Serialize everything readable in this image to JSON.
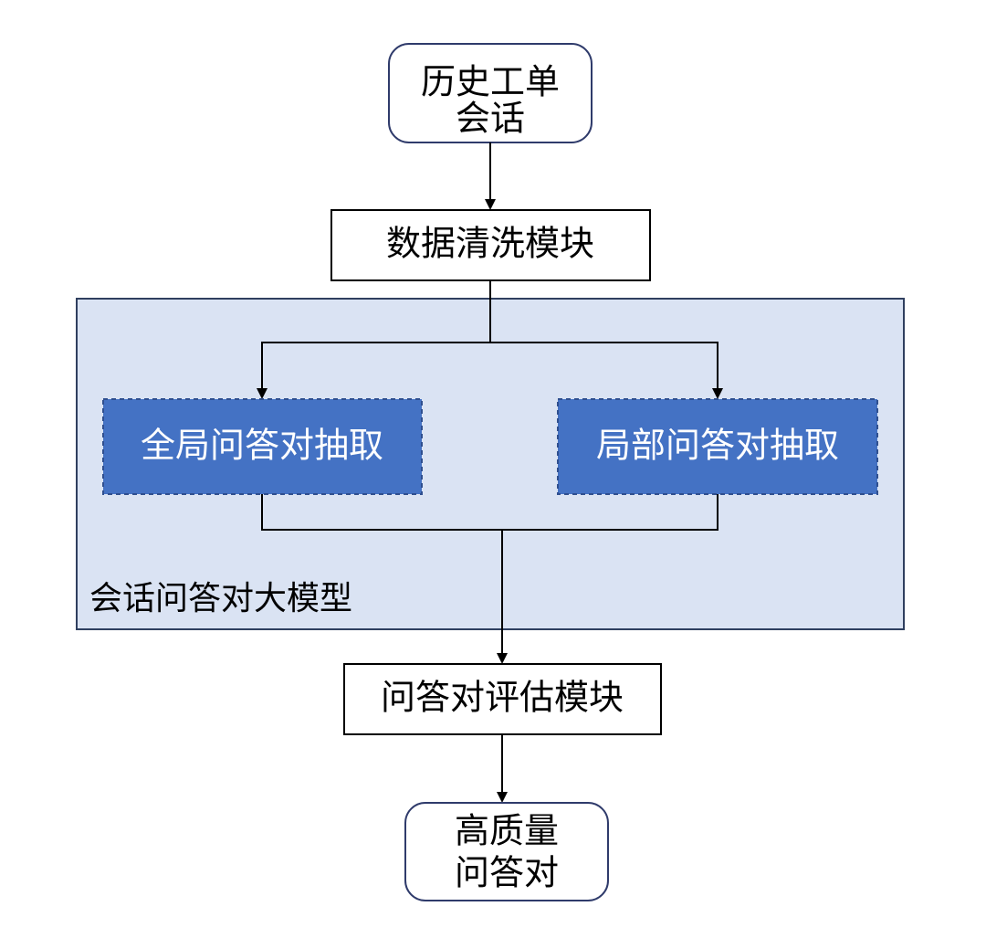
{
  "nodes": {
    "history_sessions": {
      "line1": "历史工单",
      "line2": "会话"
    },
    "data_cleaning": {
      "label": "数据清洗模块"
    },
    "global_extraction": {
      "label": "全局问答对抽取"
    },
    "local_extraction": {
      "label": "局部问答对抽取"
    },
    "group": {
      "label": "会话问答对大模型"
    },
    "qa_evaluation": {
      "label": "问答对评估模块"
    },
    "high_quality_qa": {
      "line1": "高质量",
      "line2": "问答对"
    }
  },
  "colors": {
    "group_fill": "#dae3f3",
    "group_border": "#2f3f5f",
    "extract_fill": "#4472c4",
    "extract_border": "#2f4f8f",
    "terminal_border": "#2f3b6b",
    "line": "#000000"
  }
}
